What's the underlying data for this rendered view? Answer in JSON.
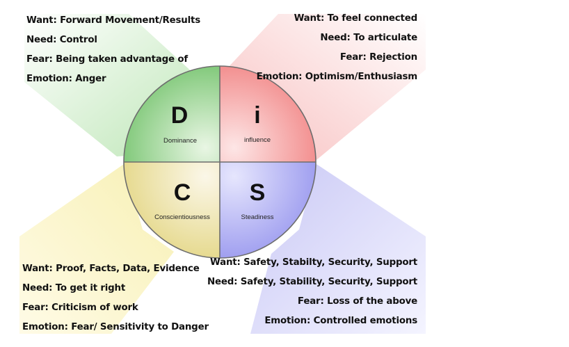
{
  "quadrants": {
    "dominance": {
      "letter": "D",
      "label": "Dominance",
      "color": "#8fd38a",
      "lines": [
        "Want: Forward Movement/Results",
        "Need: Control",
        "Fear: Being taken advantage of",
        "Emotion: Anger"
      ]
    },
    "influence": {
      "letter": "i",
      "label": "influence",
      "color": "#f39a9a",
      "lines": [
        "Want: To feel connected",
        "Need: To articulate",
        "Fear: Rejection",
        "Emotion: Optimism/Enthusiasm"
      ]
    },
    "conscientiousness": {
      "letter": "C",
      "label": "Conscientiousness",
      "color": "#eee39a",
      "lines": [
        "Want: Proof, Facts, Data, Evidence",
        "Need: To get it right",
        "Fear: Criticism of work",
        "Emotion: Fear/ Sensitivity to Danger"
      ]
    },
    "steadiness": {
      "letter": "S",
      "label": "Steadiness",
      "color": "#a9a8f2",
      "lines": [
        "Want: Safety, Stabilty, Security, Support",
        "Need: Safety, Stability, Security, Support",
        "Fear: Loss of the above",
        "Emotion: Controlled emotions"
      ]
    }
  }
}
